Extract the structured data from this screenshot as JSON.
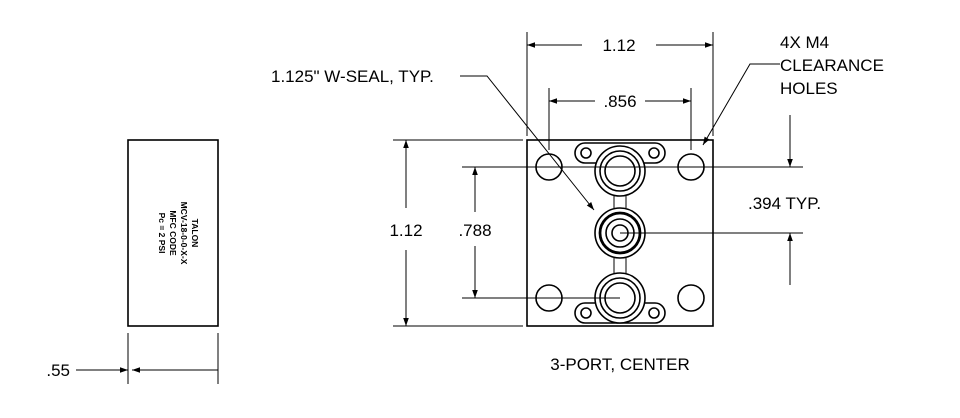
{
  "side_view": {
    "label_lines": [
      "TALON",
      "MCV-18-0-0-X-X",
      "MFC CODE",
      "Pc = 2 PSI"
    ],
    "width_dim": ".55"
  },
  "plan_view": {
    "width_dim": "1.12",
    "pitch_dim": ".856",
    "height_dim": "1.12",
    "seal_pitch_dim": ".788",
    "offset_dim": ".394 TYP.",
    "seal_note": "1.125\" W-SEAL, TYP.",
    "holes_note": [
      "4X M4",
      "CLEARANCE",
      "HOLES"
    ],
    "caption": "3-PORT, CENTER"
  }
}
